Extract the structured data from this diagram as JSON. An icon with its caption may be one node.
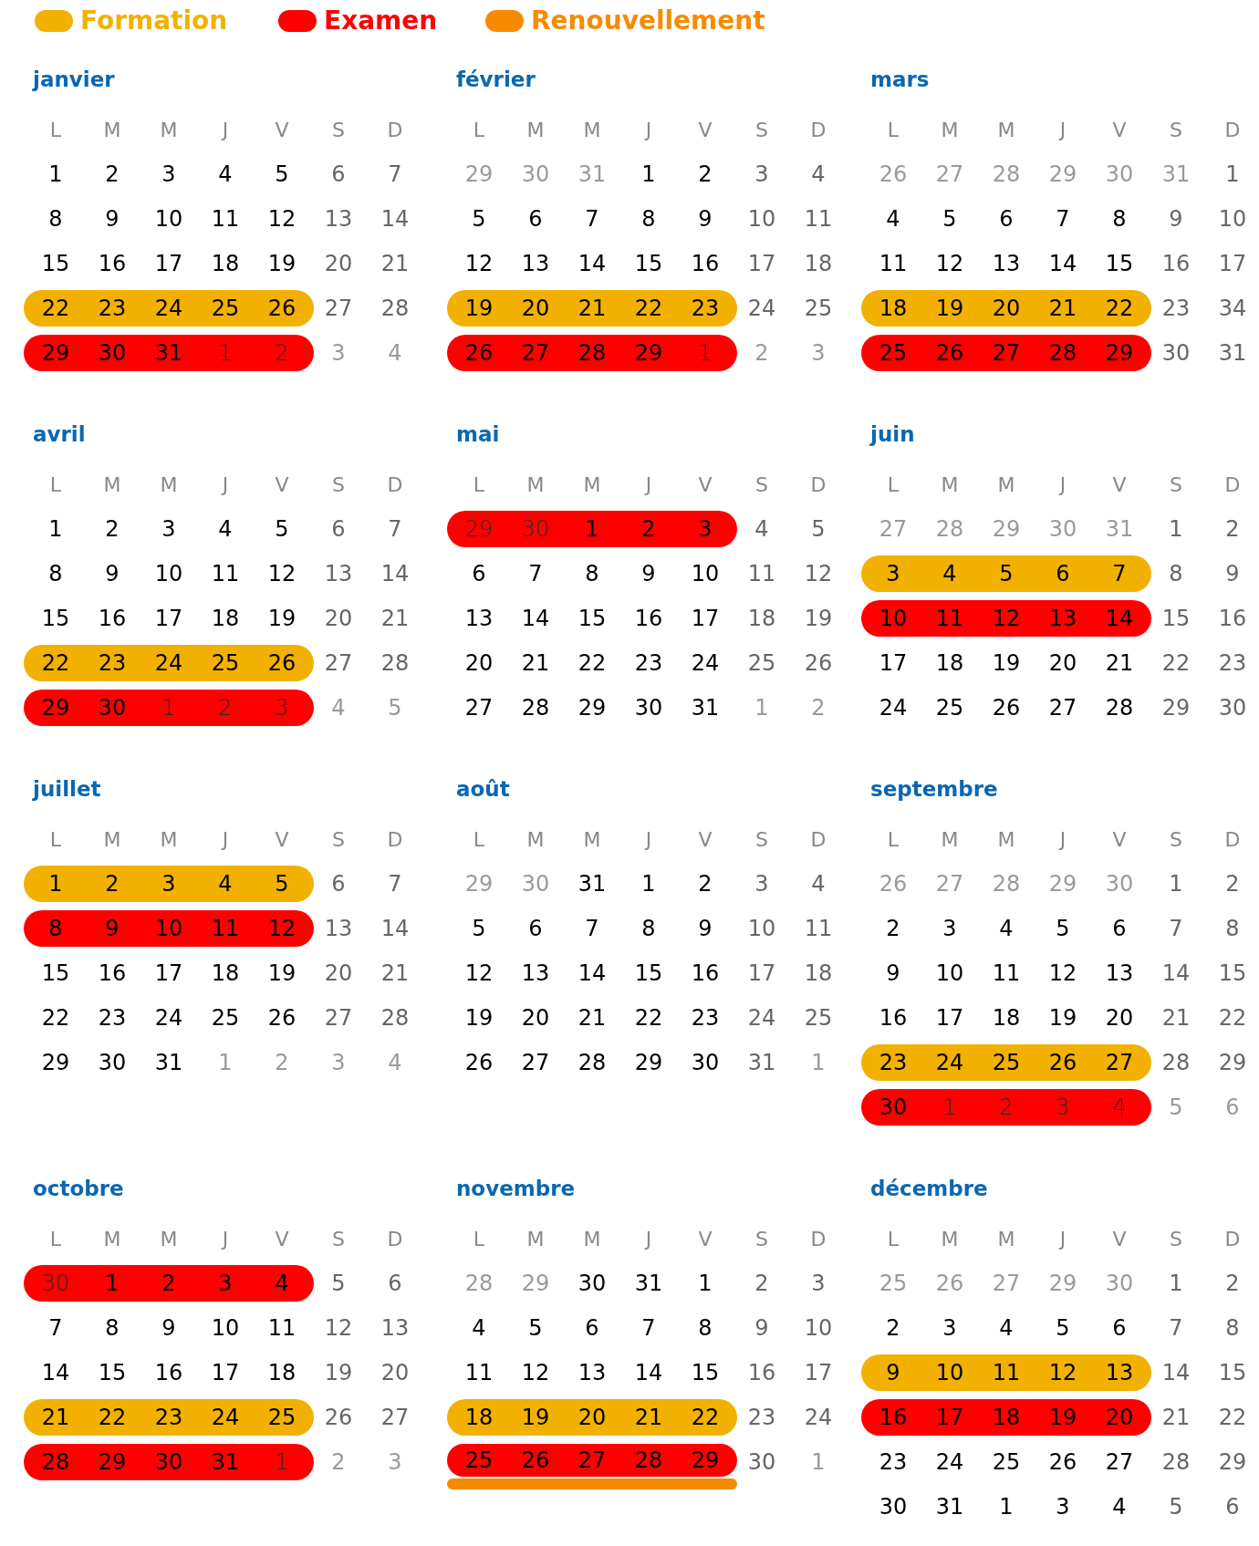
{
  "diagram": {
    "nodes": [
      {
        "text": [
          "22",
          "23",
          "24",
          "25",
          "26"
        ]
      },
      {
        "text": [
          "29",
          "30",
          "31",
          "1",
          "2"
        ]
      },
      {
        "text": [
          "19",
          "20",
          "21",
          "22",
          "23"
        ]
      },
      {
        "text": [
          "26",
          "27",
          "28",
          "29",
          "1"
        ]
      },
      {
        "text": [
          "18",
          "19",
          "20",
          "21",
          "22"
        ]
      },
      {
        "text": [
          "25",
          "26",
          "27",
          "28",
          "29"
        ]
      },
      {
        "text": [
          "22",
          "23",
          "24",
          "25",
          "26"
        ]
      },
      {
        "text": [
          "29",
          "30",
          "1",
          "2",
          "3"
        ]
      },
      {
        "text": [
          "29",
          "30",
          "1",
          "2",
          "3"
        ]
      },
      {
        "text": [
          "3",
          "4",
          "5",
          "6",
          "7"
        ]
      },
      {
        "text": [
          "10",
          "11",
          "12",
          "13",
          "14"
        ]
      },
      {
        "text": [
          "1",
          "2",
          "3",
          "4",
          "5"
        ]
      },
      {
        "text": [
          "8",
          "9",
          "10",
          "11",
          "12"
        ]
      },
      {
        "text": [
          "23",
          "24",
          "25",
          "26",
          "27"
        ]
      },
      {
        "text": [
          "30",
          "1",
          "2",
          "3",
          "4"
        ]
      },
      {
        "text": [
          "30",
          "1",
          "2",
          "3",
          "4"
        ]
      },
      {
        "text": [
          "21",
          "22",
          "23",
          "24",
          "25"
        ]
      },
      {
        "text": [
          "28",
          "29",
          "30",
          "31",
          "1"
        ]
      },
      {
        "text": [
          "18",
          "19",
          "20",
          "21",
          "22"
        ]
      },
      {
        "text": [
          "25",
          "26",
          "27",
          "28",
          "29"
        ]
      },
      {
        "text": [],
        "shape": "bar"
      },
      {
        "text": [
          "9",
          "10",
          "11",
          "12",
          "13"
        ]
      },
      {
        "text": [
          "16",
          "17",
          "18",
          "19",
          "20"
        ]
      }
    ],
    "labels": [
      "janvier",
      "L",
      "M",
      "M",
      "J",
      "V",
      "S",
      "D",
      "1",
      "2",
      "3",
      "4",
      "5",
      "6",
      "7",
      "8",
      "9",
      "10",
      "11",
      "12",
      "13",
      "14",
      "15",
      "16",
      "17",
      "18",
      "19",
      "20",
      "21",
      "27",
      "28",
      "3",
      "4",
      "février",
      "L",
      "M",
      "M",
      "J",
      "V",
      "S",
      "D",
      "29",
      "30",
      "31",
      "1",
      "2",
      "3",
      "4",
      "5",
      "6",
      "7",
      "8",
      "9",
      "10",
      "11",
      "12",
      "13",
      "14",
      "15",
      "16",
      "17",
      "18",
      "24",
      "25",
      "2",
      "3",
      "mars",
      "L",
      "M",
      "M",
      "J",
      "V",
      "S",
      "D",
      "26",
      "27",
      "28",
      "29",
      "30",
      "31",
      "1",
      "4",
      "5",
      "6",
      "7",
      "8",
      "9",
      "10",
      "11",
      "12",
      "13",
      "14",
      "15",
      "16",
      "17",
      "23",
      "34",
      "30",
      "31",
      "avril",
      "L",
      "M",
      "M",
      "J",
      "V",
      "S",
      "D",
      "1",
      "2",
      "3",
      "4",
      "5",
      "6",
      "7",
      "8",
      "9",
      "10",
      "11",
      "12",
      "13",
      "14",
      "15",
      "16",
      "17",
      "18",
      "19",
      "20",
      "21",
      "27",
      "28",
      "4",
      "5",
      "mai",
      "L",
      "M",
      "M",
      "J",
      "V",
      "S",
      "D",
      "4",
      "5",
      "6",
      "7",
      "8",
      "9",
      "10",
      "11",
      "12",
      "13",
      "14",
      "15",
      "16",
      "17",
      "18",
      "19",
      "20",
      "21",
      "22",
      "23",
      "24",
      "25",
      "26",
      "27",
      "28",
      "29",
      "30",
      "31",
      "1",
      "2",
      "juin",
      "L",
      "M",
      "M",
      "J",
      "V",
      "S",
      "D",
      "27",
      "28",
      "29",
      "30",
      "31",
      "1",
      "2",
      "8",
      "9",
      "15",
      "16",
      "17",
      "18",
      "19",
      "20",
      "21",
      "22",
      "23",
      "24",
      "25",
      "26",
      "27",
      "28",
      "29",
      "30",
      "juillet",
      "L",
      "M",
      "M",
      "J",
      "V",
      "S",
      "D",
      "6",
      "7",
      "13",
      "14",
      "15",
      "16",
      "17",
      "18",
      "19",
      "20",
      "21",
      "22",
      "23",
      "24",
      "25",
      "26",
      "27",
      "28",
      "29",
      "30",
      "31",
      "1",
      "2",
      "3",
      "4",
      "août",
      "L",
      "M",
      "M",
      "J",
      "V",
      "S",
      "D",
      "29",
      "30",
      "31",
      "1",
      "2",
      "3",
      "4",
      "5",
      "6",
      "7",
      "8",
      "9",
      "10",
      "11",
      "12",
      "13",
      "14",
      "15",
      "16",
      "17",
      "18",
      "19",
      "20",
      "21",
      "22",
      "23",
      "24",
      "25",
      "26",
      "27",
      "28",
      "29",
      "30",
      "31",
      "1",
      "septembre",
      "L",
      "M",
      "M",
      "J",
      "V",
      "S",
      "D",
      "26",
      "27",
      "28",
      "29",
      "30",
      "1",
      "2",
      "2",
      "3",
      "4",
      "5",
      "6",
      "7",
      "8",
      "9",
      "10",
      "11",
      "12",
      "13",
      "14",
      "15",
      "16",
      "17",
      "18",
      "19",
      "20",
      "21",
      "22",
      "28",
      "29",
      "5",
      "6",
      "octobre",
      "L",
      "M",
      "M",
      "J",
      "V",
      "S",
      "D",
      "5",
      "6",
      "7",
      "8",
      "9",
      "10",
      "11",
      "12",
      "13",
      "14",
      "15",
      "16",
      "17",
      "18",
      "19",
      "20",
      "26",
      "27",
      "2",
      "3",
      "novembre",
      "L",
      "M",
      "M",
      "J",
      "V",
      "S",
      "D",
      "28",
      "29",
      "30",
      "31",
      "1",
      "2",
      "3",
      "4",
      "5",
      "6",
      "7",
      "8",
      "9",
      "10",
      "11",
      "12",
      "13",
      "14",
      "15",
      "16",
      "17",
      "23",
      "24",
      "30",
      "1",
      "décembre",
      "L",
      "M",
      "M",
      "J",
      "V",
      "S",
      "D",
      "25",
      "26",
      "27",
      "29",
      "30",
      "1",
      "2",
      "2",
      "3",
      "4",
      "5",
      "6",
      "7",
      "8",
      "14",
      "15",
      "21",
      "22",
      "23",
      "24",
      "25",
      "26",
      "27",
      "28",
      "29",
      "30",
      "31",
      "1",
      "3",
      "4",
      "5",
      "6"
    ],
    "legend": [
      {
        "text": "Formation",
        "color": "#f2b100"
      },
      {
        "text": "Examen",
        "color": "#ff0000"
      },
      {
        "text": "Renouvellement",
        "color": "#f78b00"
      }
    ]
  }
}
